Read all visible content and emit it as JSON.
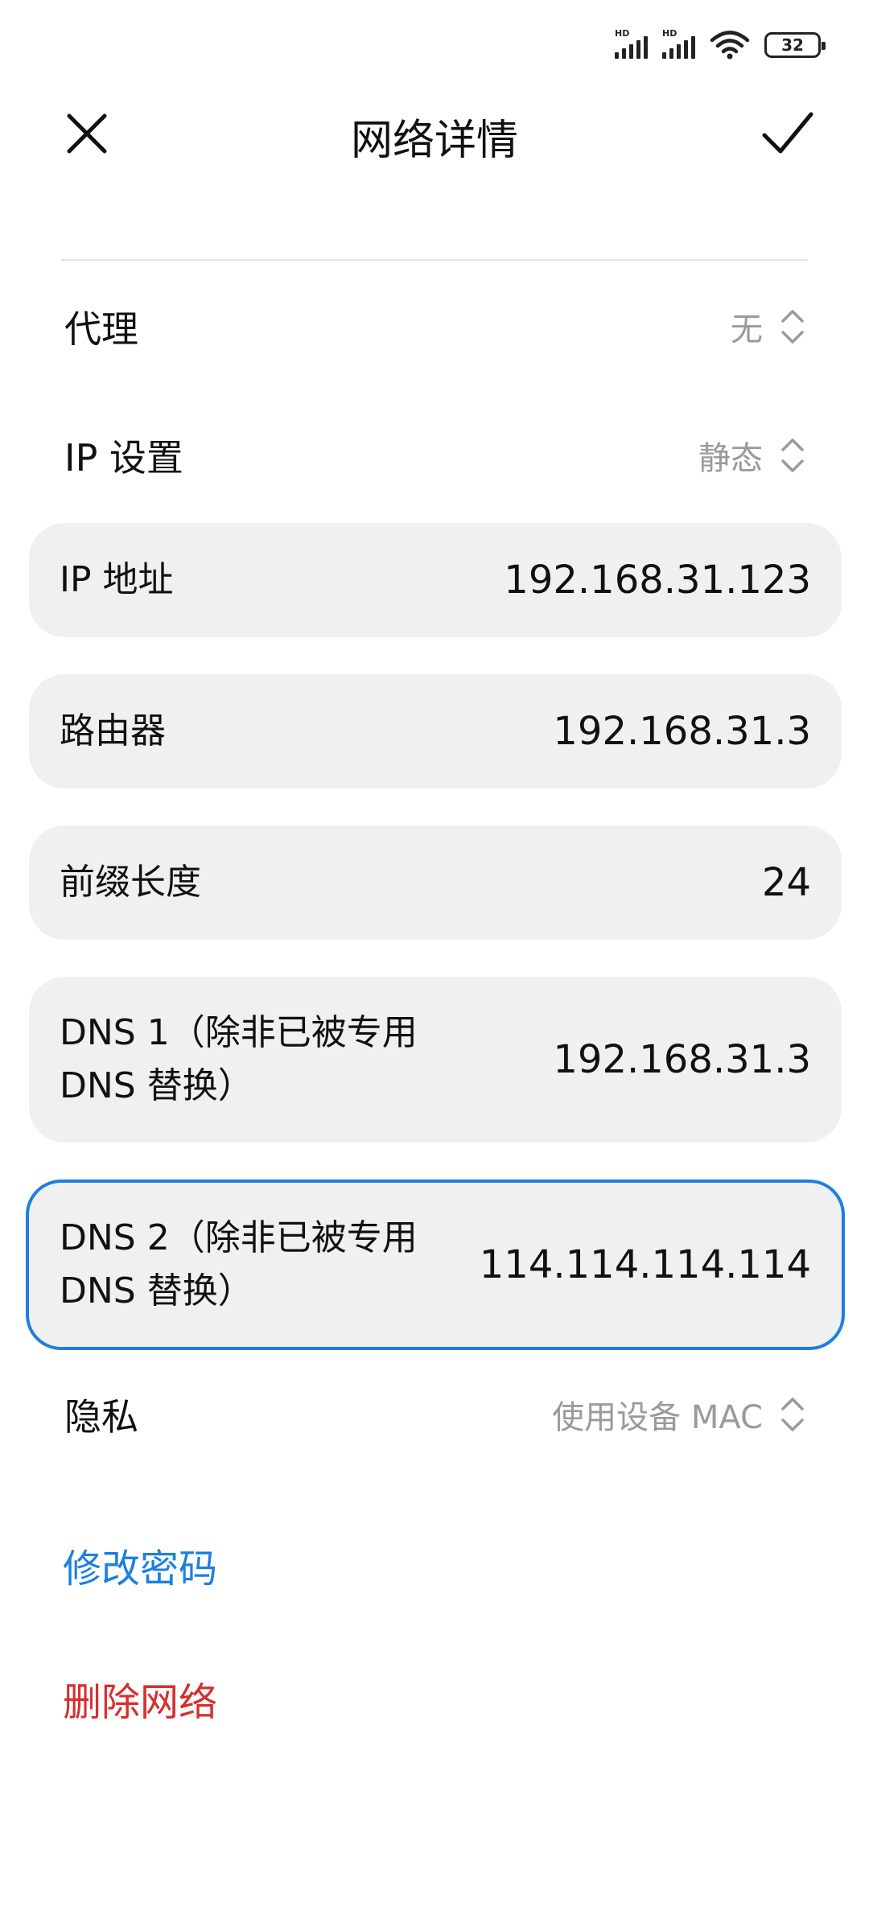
{
  "status_bar": {
    "sim1_label": "HD",
    "sim2_label": "HD",
    "battery_level": "32"
  },
  "header": {
    "title": "网络详情",
    "close_icon": "close-icon",
    "confirm_icon": "check-icon"
  },
  "settings": {
    "proxy": {
      "label": "代理",
      "value": "无"
    },
    "ip_settings": {
      "label": "IP 设置",
      "value": "静态"
    },
    "privacy": {
      "label": "隐私",
      "value": "使用设备 MAC"
    }
  },
  "fields": {
    "ip_address": {
      "label": "IP 地址",
      "value": "192.168.31.123"
    },
    "router": {
      "label": "路由器",
      "value": "192.168.31.3"
    },
    "prefix_length": {
      "label": "前缀长度",
      "value": "24"
    },
    "dns1": {
      "label_line1": "DNS 1（除非已被专用",
      "label_line2": "DNS 替换）",
      "value": "192.168.31.3"
    },
    "dns2": {
      "label_line1": "DNS 2（除非已被专用",
      "label_line2": "DNS 替换）",
      "value": "114.114.114.114"
    }
  },
  "actions": {
    "change_password": "修改密码",
    "delete_network": "删除网络"
  },
  "colors": {
    "accent_blue": "#1d7fe0",
    "danger_red": "#d62f2f",
    "card_bg": "#f0f0f0",
    "secondary_text": "#9a9a9a"
  }
}
